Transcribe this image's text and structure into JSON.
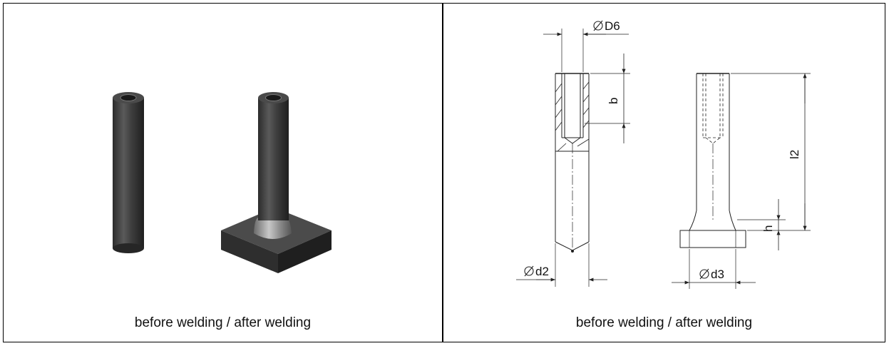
{
  "left_panel": {
    "caption": "before welding / after welding"
  },
  "right_panel": {
    "caption": "before welding / after welding",
    "dimensions": {
      "D6": "D6",
      "b": "b",
      "l2": "l2",
      "h": "h",
      "d2": "d2",
      "d3": "d3"
    }
  },
  "colors": {
    "stud": "#3a3a3a",
    "plate": "#3c3c3c",
    "line": "#222222"
  }
}
